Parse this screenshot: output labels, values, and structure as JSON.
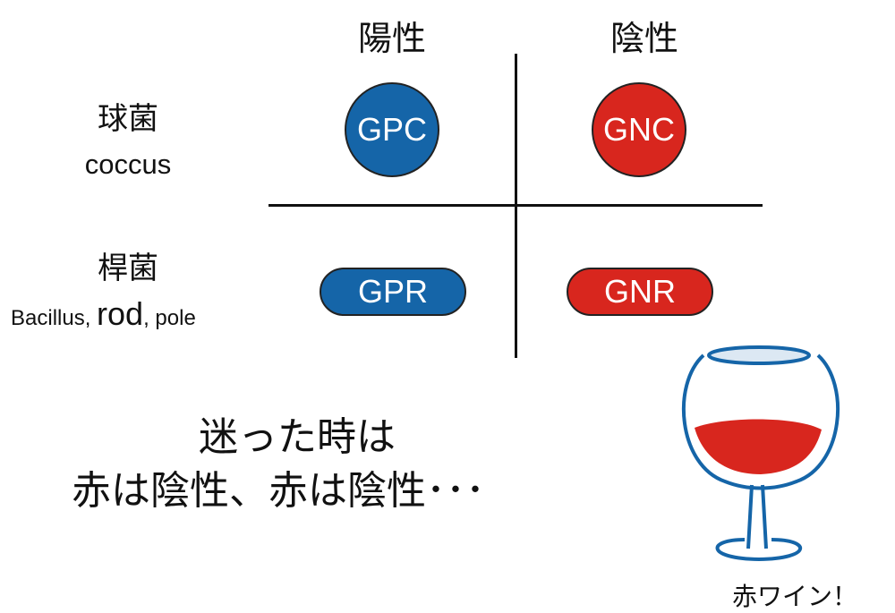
{
  "headers": {
    "positive": "陽性",
    "negative": "陰性"
  },
  "rows": {
    "cocci": {
      "label": "球菌",
      "sub": "coccus"
    },
    "rods": {
      "label": "桿菌",
      "sub_a": "Bacillus, ",
      "sub_b": "rod",
      "sub_c": ", pole"
    }
  },
  "cells": {
    "gpc": "GPC",
    "gnc": "GNC",
    "gpr": "GPR",
    "gnr": "GNR"
  },
  "message": {
    "line1": "迷った時は",
    "line2": "赤は陰性、赤は陰性･･･"
  },
  "wine": {
    "caption": "赤ワイン！"
  },
  "colors": {
    "positive": "#1565a8",
    "negative": "#d8261e",
    "glass": "#1565a8",
    "wine": "#d8261e"
  }
}
